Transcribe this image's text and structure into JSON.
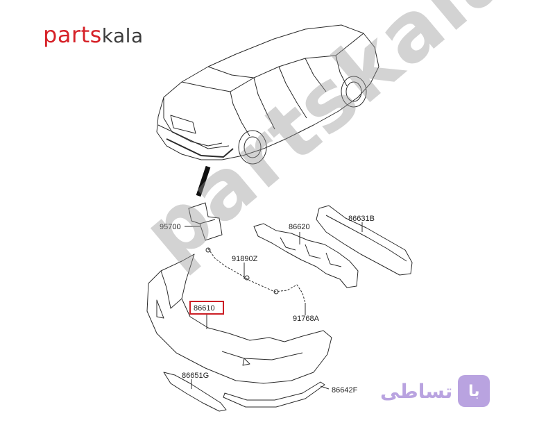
{
  "logo": {
    "part1": "parts",
    "part2": "kala"
  },
  "watermark": "partskala.ir",
  "brand": {
    "text": "تساطی",
    "box": "با"
  },
  "colors": {
    "logo_red": "#d62128",
    "logo_dark": "#3c3c3c",
    "watermark": "#969696",
    "brand_purple": "#b9a3e0",
    "highlight": "#cc1f26"
  },
  "parts": [
    {
      "id": "95700",
      "label": "95700"
    },
    {
      "id": "86620",
      "label": "86620"
    },
    {
      "id": "86631B",
      "label": "86631B"
    },
    {
      "id": "91890Z",
      "label": "91890Z"
    },
    {
      "id": "86610",
      "label": "86610",
      "highlighted": true
    },
    {
      "id": "91768A",
      "label": "91768A"
    },
    {
      "id": "86651G",
      "label": "86651G"
    },
    {
      "id": "86642F",
      "label": "86642F"
    }
  ]
}
